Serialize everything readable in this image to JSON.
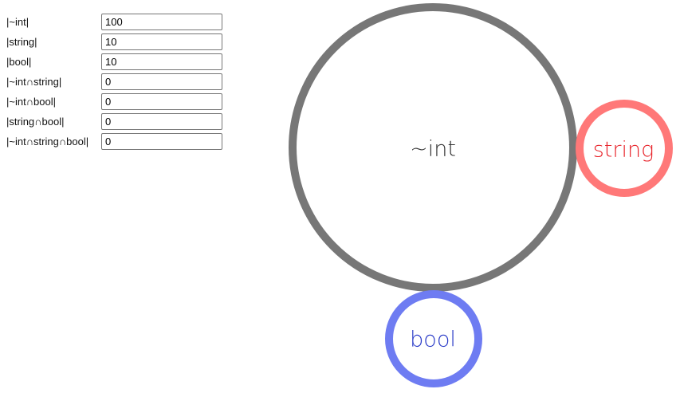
{
  "controls": [
    {
      "label": "|~int|",
      "value": "100"
    },
    {
      "label": "|string|",
      "value": "10"
    },
    {
      "label": "|bool|",
      "value": "10"
    },
    {
      "label": "|~int∩string|",
      "value": "0"
    },
    {
      "label": "|~int∩bool|",
      "value": "0"
    },
    {
      "label": "|string∩bool|",
      "value": "0"
    },
    {
      "label": "|~int∩string∩bool|",
      "value": "0"
    }
  ],
  "sets": [
    {
      "name": "~int",
      "color": "#777777",
      "label_color": "#333333"
    },
    {
      "name": "string",
      "color": "#ff7878",
      "label_color": "#e8242b"
    },
    {
      "name": "bool",
      "color": "#6e7cf2",
      "label_color": "#2839c7"
    }
  ]
}
